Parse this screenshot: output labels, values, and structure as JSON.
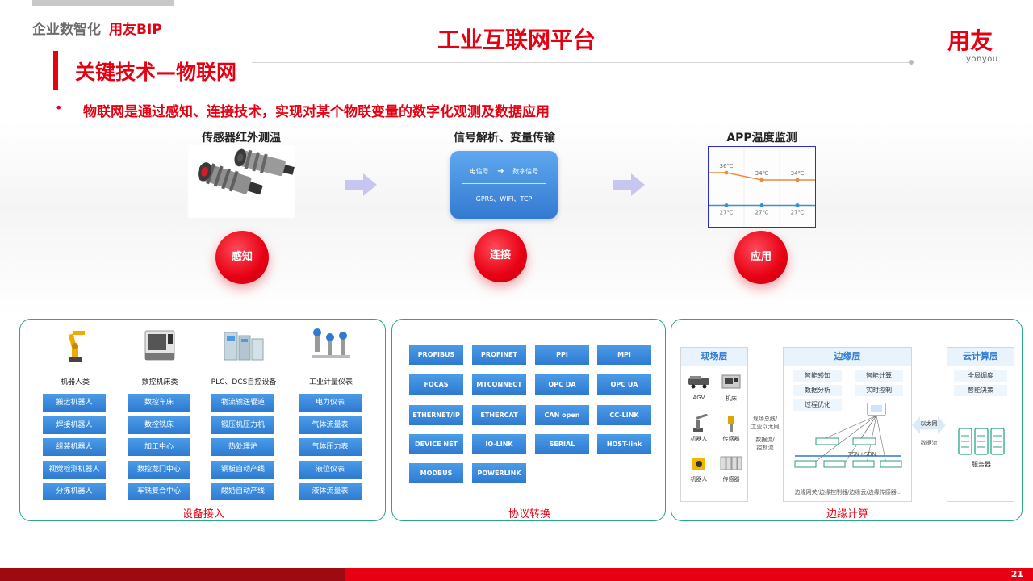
{
  "header": {
    "brand_left_gray": "企业数智化",
    "brand_left_red": "用友BIP",
    "title": "工业互联网平台",
    "logo_text": "用友",
    "logo_sub": "yonyou"
  },
  "section": {
    "title": "关键技术—物联网",
    "bullet": "•",
    "lead": "物联网是通过感知、连接技术，实现对某个物联变量的数字化观测及数据应用"
  },
  "steps": {
    "sensor": {
      "label": "传感器红外测温",
      "circle": "感知"
    },
    "signal": {
      "label": "信号解析、变量传输",
      "from": "电信号",
      "to": "数字信号",
      "protocols": "GPRS、WIFI、TCP",
      "circle": "连接"
    },
    "app": {
      "label": "APP温度监测",
      "circle": "应用",
      "upper_values": [
        "36℃",
        "34℃",
        "34℃"
      ],
      "lower_values": [
        "27℃",
        "27℃",
        "27℃"
      ],
      "colors": {
        "upper": "#f08a3c",
        "lower": "#3b8fd9"
      }
    }
  },
  "devices": {
    "caption": "设备接入",
    "categories": [
      {
        "label": "机器人类",
        "icon": "industrial-robot-icon",
        "items": [
          "搬运机器人",
          "焊接机器人",
          "组装机器人",
          "视觉检测机器人",
          "分拣机器人"
        ]
      },
      {
        "label": "数控机床类",
        "icon": "cnc-machine-icon",
        "items": [
          "数控车床",
          "数控铣床",
          "加工中心",
          "数控龙门中心",
          "车铣复合中心"
        ]
      },
      {
        "label": "PLC、DCS自控设备",
        "icon": "plc-cabinet-icon",
        "items": [
          "物流输送辊道",
          "锻压机压力机",
          "热处理炉",
          "钢板自动产线",
          "酸奶自动产线"
        ]
      },
      {
        "label": "工业计量仪表",
        "icon": "flow-meter-icon",
        "items": [
          "电力仪表",
          "气体流量表",
          "气体压力表",
          "液位仪表",
          "液体流量表"
        ]
      }
    ]
  },
  "protocols": {
    "caption": "协议转换",
    "items": [
      "PROFIBUS",
      "PROFINET",
      "PPI",
      "MPI",
      "FOCAS",
      "MTCONNECT",
      "OPC DA",
      "OPC UA",
      "ETHERNET/IP",
      "ETHERCAT",
      "CAN open",
      "CC-LINK",
      "DEVICE NET",
      "IO-LINK",
      "SERIAL",
      "HOST-link",
      "MODBUS",
      "POWERLINK"
    ]
  },
  "edge": {
    "caption": "边缘计算",
    "field": {
      "title": "现场层",
      "devices": [
        {
          "label": "AGV",
          "icon": "agv-icon"
        },
        {
          "label": "机床",
          "icon": "machine-tool-icon"
        },
        {
          "label": "机器人",
          "icon": "robot-arm-icon"
        },
        {
          "label": "传感器",
          "icon": "sensor-icon"
        },
        {
          "label": "机器人",
          "icon": "yellow-robot-icon"
        },
        {
          "label": "传感器",
          "icon": "io-module-icon"
        }
      ]
    },
    "link_left": {
      "line1": "现场总线/",
      "line2": "工业以太网",
      "line3": "数据流/",
      "line4": "控制流"
    },
    "edge_layer": {
      "title": "边缘层",
      "functions": [
        "智能感知",
        "智能计算",
        "数据分析",
        "实时控制",
        "过程优化"
      ],
      "network": "TSN+SDN",
      "footer": "边缘网关/边缘控制器/边缘云/边缘传感器..."
    },
    "link_right": {
      "label": "以太网",
      "sub": "数据流"
    },
    "cloud": {
      "title": "云计算层",
      "functions": [
        "全局调度",
        "智能决策"
      ],
      "server_label": "服务器"
    }
  },
  "footer": {
    "page_number": "21"
  }
}
